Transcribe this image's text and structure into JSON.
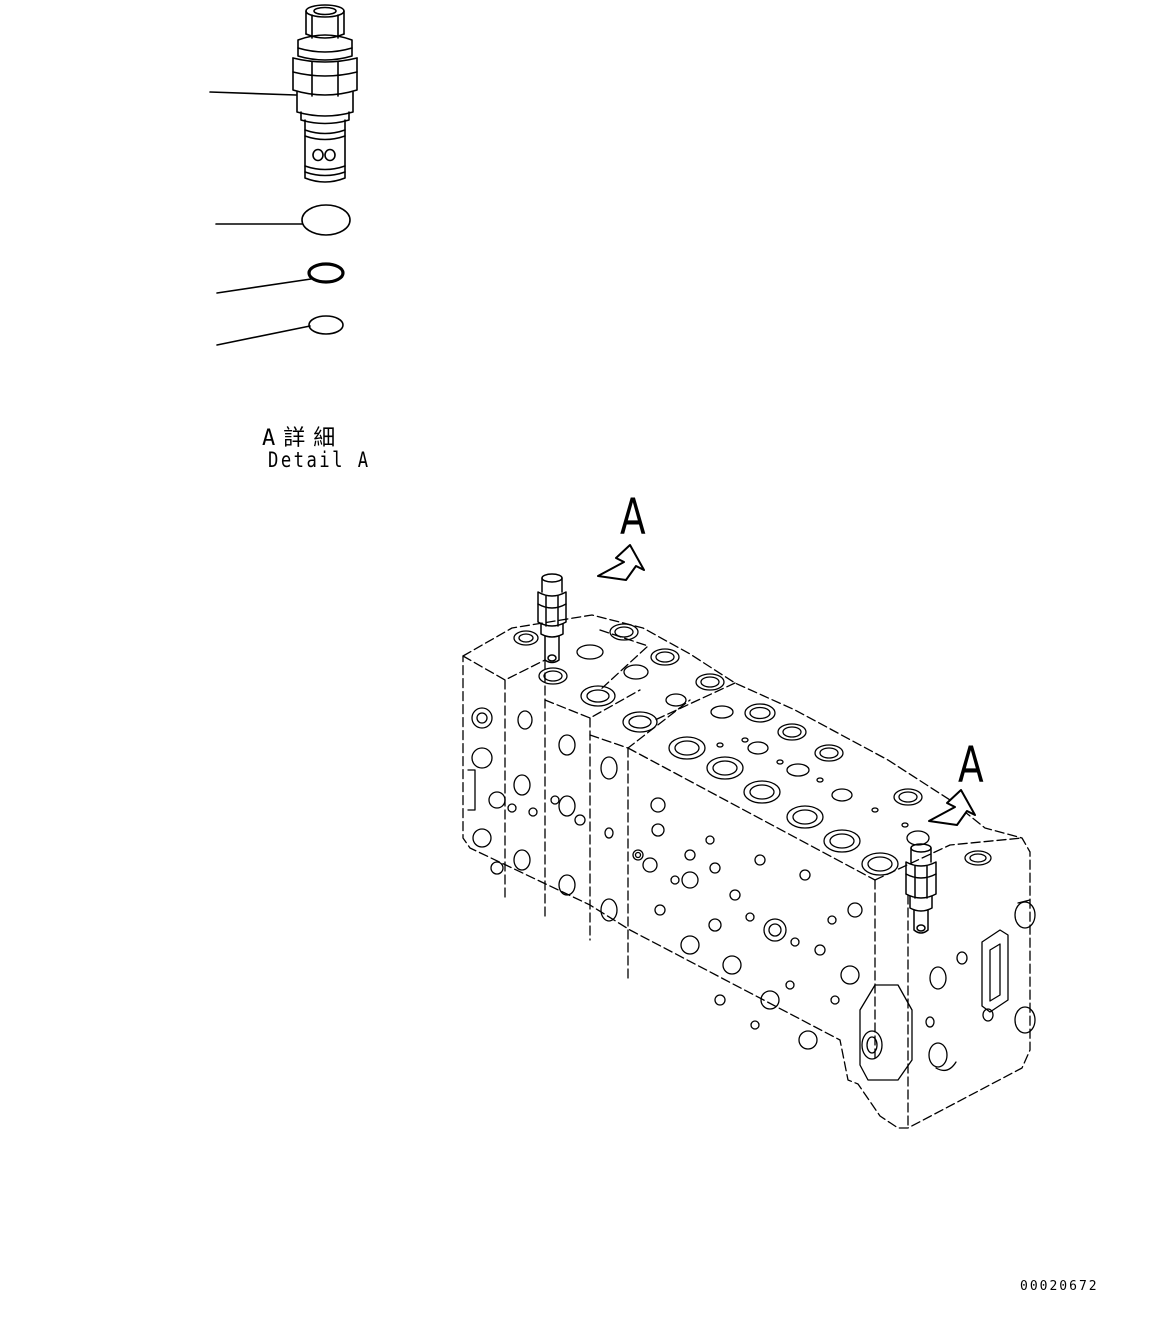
{
  "detail_caption": {
    "japanese": "A詳細",
    "english": "Detail A"
  },
  "callouts": [
    {
      "id": "a1",
      "label": "A"
    },
    {
      "id": "a2",
      "label": "A"
    }
  ],
  "drawing_number": "00020672",
  "line_color": "#000000",
  "background_color": "#ffffff"
}
